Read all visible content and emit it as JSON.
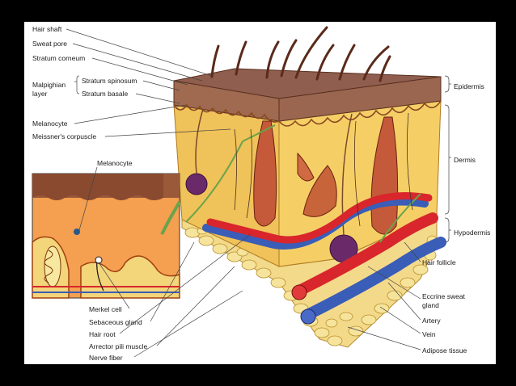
{
  "labels_left": {
    "hair_shaft": "Hair shaft",
    "sweat_pore": "Sweat pore",
    "stratum_corneum": "Stratum corneum",
    "malpighian_1": "Malpighian",
    "malpighian_2": "layer",
    "stratum_spinosum": "Stratum spinosum",
    "stratum_basale": "Stratum basale",
    "melanocyte": "Melanocyte",
    "meissners_corpuscle": "Meissner's corpuscle",
    "inset_melanocyte": "Melanocyte"
  },
  "labels_bottom": {
    "merkel_cell": "Merkel cell",
    "sebaceous_gland": "Sebaceous gland",
    "hair_root": "Hair root",
    "arrector_pili": "Arrector pili muscle",
    "nerve_fiber": "Nerve fiber"
  },
  "labels_right": {
    "epidermis": "Epidermis",
    "dermis": "Dermis",
    "hypodermis": "Hypodermis",
    "hair_follicle": "Hair follicle",
    "eccrine_1": "Eccrine sweat",
    "eccrine_2": "gland",
    "artery": "Artery",
    "vein": "Vein",
    "adipose": "Adipose tissue"
  },
  "colors": {
    "epidermis": "#8b5a4a",
    "dermis": "#f2c55a",
    "adipose": "#f5de8a",
    "artery": "#d8262c",
    "vein": "#3a5db8",
    "gland": "#6a2a6a",
    "hair": "#5a2a1a"
  }
}
